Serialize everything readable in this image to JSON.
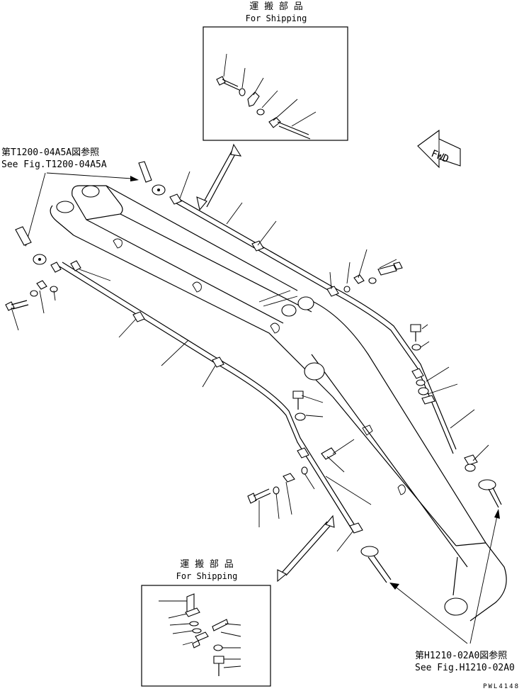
{
  "top_box": {
    "title_jp": "運 搬 部 品",
    "title_en": "For Shipping"
  },
  "bottom_box": {
    "title_jp": "運 搬 部 品",
    "title_en": "For Shipping"
  },
  "direction_arrow": {
    "label": "FWD"
  },
  "ref_top": {
    "line_jp": "第T1200-04A5A図参照",
    "line_en": "See Fig.T1200-04A5A"
  },
  "ref_bottom": {
    "line_jp": "第H1210-02A0図参照",
    "line_en": "See Fig.H1210-02A0"
  },
  "drawing_code": "PWL4148"
}
